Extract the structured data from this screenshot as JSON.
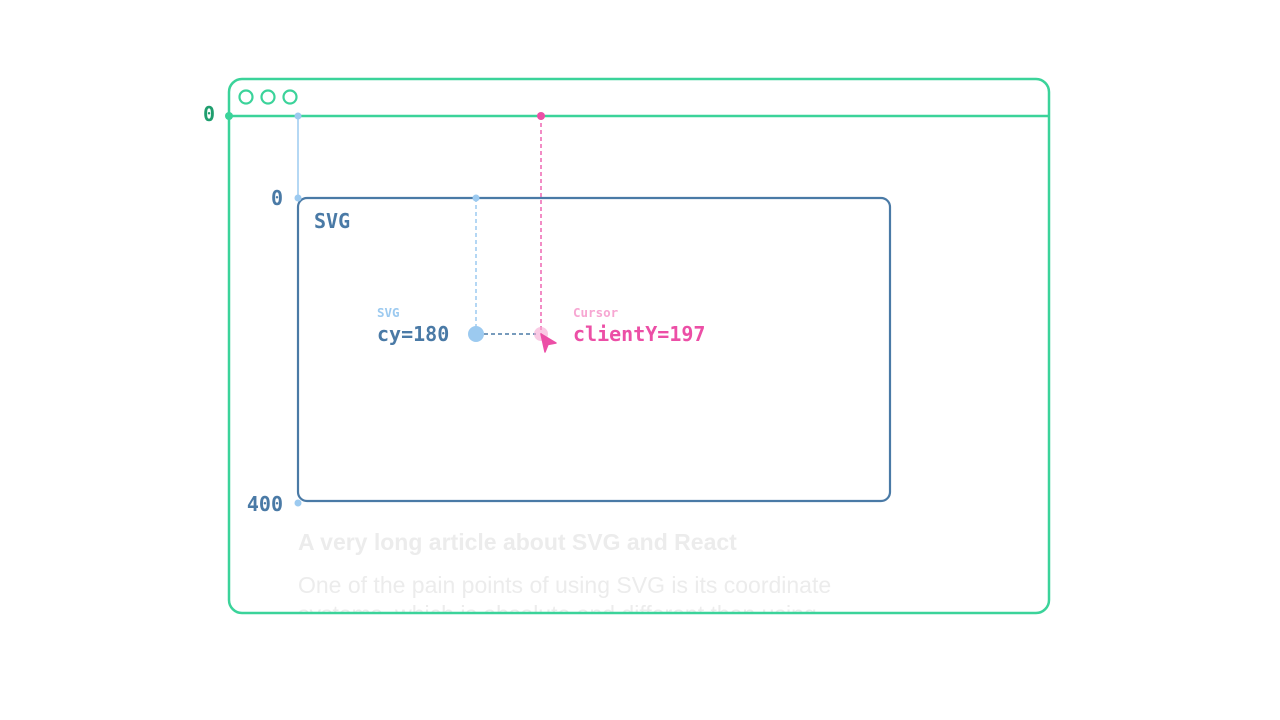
{
  "browser": {
    "viewport_axis_label": "0"
  },
  "svg_box": {
    "title": "SVG",
    "axis_top_label": "0",
    "axis_bottom_label": "400"
  },
  "svg_point": {
    "caption": "SVG",
    "value": "cy=180"
  },
  "cursor": {
    "caption": "Cursor",
    "value": "clientY=197"
  },
  "article": {
    "title": "A very long article about SVG and React",
    "line1": "One of the pain  points of using SVG is its coordinate",
    "line2": "systems, which is absolute and different than using"
  },
  "colors": {
    "green": "#3bd39a",
    "green_dark": "#1f9e6e",
    "blue_dark": "#4a7aa6",
    "blue_light": "#9ccaf0",
    "pink": "#ec4fa6",
    "pink_light": "#f7a6d2",
    "faded_text": "#ececec"
  }
}
